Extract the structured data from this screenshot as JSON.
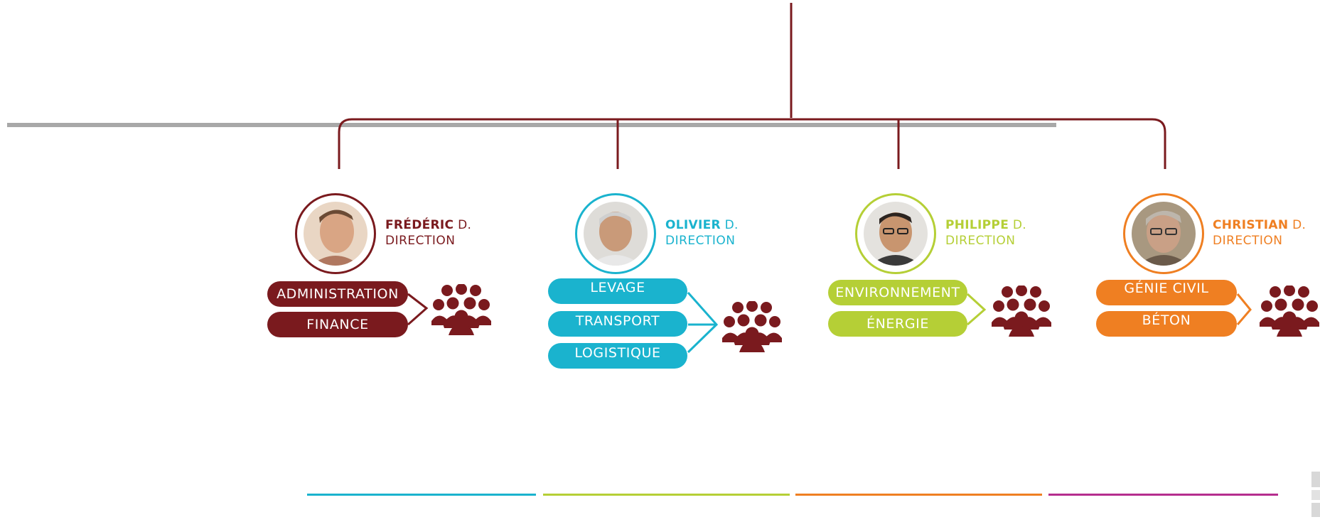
{
  "colors": {
    "connector": "#7a1a1e",
    "grey_bar": "#a8a8a8",
    "team_icon": "#7a1a1e",
    "bottom_lines": [
      "#1ab3ce",
      "#b5cf36",
      "#ef7f22",
      "#b52d8e"
    ]
  },
  "people": [
    {
      "first_name": "FRÉDÉRIC",
      "initial": "D.",
      "role": "DIRECTION",
      "color": "#7a1a1e",
      "departments": [
        "ADMINISTRATION",
        "FINANCE"
      ],
      "team_icon": "group-icon"
    },
    {
      "first_name": "OLIVIER",
      "initial": "D.",
      "role": "DIRECTION",
      "color": "#1ab3ce",
      "departments": [
        "LEVAGE",
        "TRANSPORT",
        "LOGISTIQUE"
      ],
      "team_icon": "group-icon"
    },
    {
      "first_name": "PHILIPPE",
      "initial": "D.",
      "role": "DIRECTION",
      "color": "#b5cf36",
      "departments": [
        "ENVIRONNEMENT",
        "ÉNERGIE"
      ],
      "team_icon": "group-icon"
    },
    {
      "first_name": "CHRISTIAN",
      "initial": "D.",
      "role": "DIRECTION",
      "color": "#ef7f22",
      "departments": [
        "GÉNIE CIVIL",
        "BÉTON"
      ],
      "team_icon": "group-icon"
    }
  ]
}
